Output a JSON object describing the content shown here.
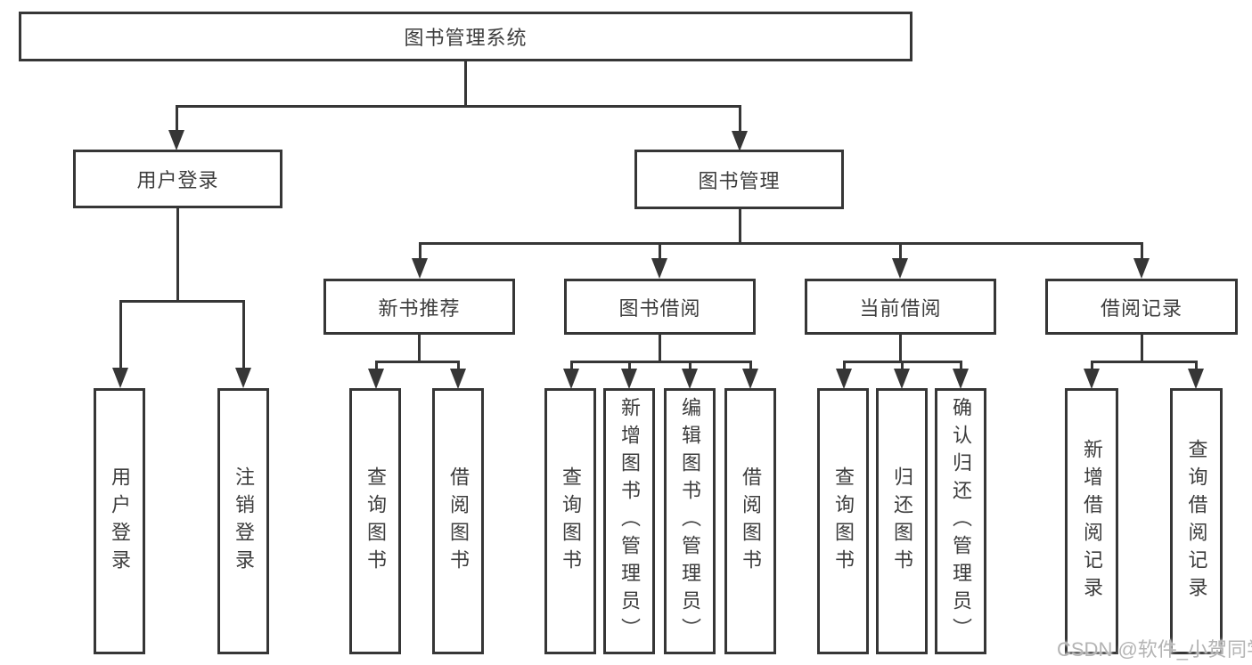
{
  "diagram": {
    "title_node": "图书管理系统",
    "level2": {
      "user_login": "用户登录",
      "book_management": "图书管理"
    },
    "level3": {
      "new_book_recommend": "新书推荐",
      "book_borrow": "图书借阅",
      "current_borrow": "当前借阅",
      "borrow_records": "借阅记录"
    },
    "leaves": {
      "user_login": "用户登录",
      "logout": "注销登录",
      "nb_query_book": "查询图书",
      "nb_borrow_book": "借阅图书",
      "bb_query_book": "查询图书",
      "bb_add_book": "新增图书（管理员）",
      "bb_edit_book": "编辑图书（管理员）",
      "bb_borrow_book": "借阅图书",
      "cb_query_book": "查询图书",
      "cb_return_book": "归还图书",
      "cb_confirm_return": "确认归还（管理员）",
      "br_add_record": "新增借阅记录",
      "br_query_record": "查询借阅记录"
    }
  },
  "watermark": "CSDN @软件_小贺同学",
  "colors": {
    "line": "#363636",
    "text": "#3d3d3d",
    "watermark": "#b4b4b4",
    "background": "#ffffff"
  }
}
